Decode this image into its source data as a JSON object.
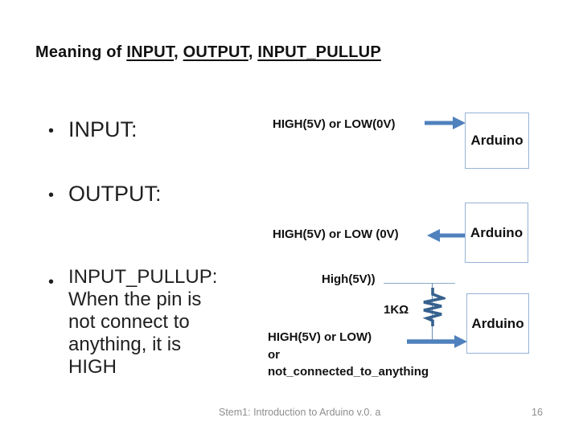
{
  "slide": {
    "title": {
      "prefix": "Meaning of ",
      "word1": "INPUT",
      "sep1": ", ",
      "word2": "OUTPUT",
      "sep2": ", ",
      "word3": "INPUT_PULLUP"
    },
    "bullet_marker": "•",
    "bullets": {
      "input": "INPUT:",
      "output": "OUTPUT:",
      "pullup_lines": [
        "INPUT_PULLUP:",
        "When the pin is",
        "not connect to",
        "anything, it is",
        "HIGH"
      ]
    },
    "diagram_input": {
      "signal": "HIGH(5V) or LOW(0V)",
      "box": "Arduino"
    },
    "diagram_output": {
      "signal": "HIGH(5V) or LOW (0V)",
      "box": "Arduino"
    },
    "diagram_pullup": {
      "pull_source": "High(5V))",
      "resistor_value": "1KΩ",
      "box": "Arduino",
      "signal_lines": [
        "HIGH(5V) or LOW)",
        "or",
        "not_connected_to_anything"
      ]
    },
    "footer": {
      "text": "Stem1: Introduction to Arduino v.0. a",
      "page": "16"
    },
    "colors": {
      "arrow_blue": "#4f81bd",
      "box_border_blue": "#95b3d7",
      "resistor_blue": "#36618e"
    }
  }
}
